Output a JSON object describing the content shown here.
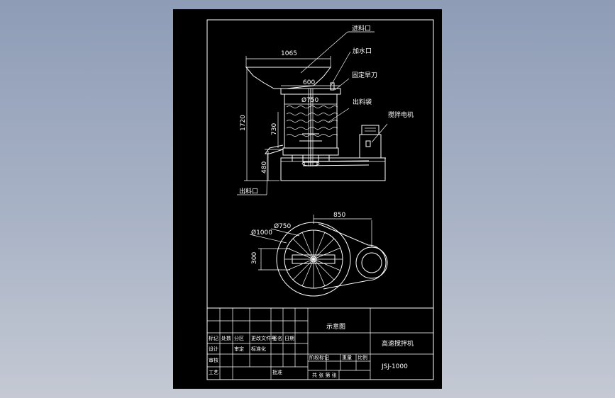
{
  "labels": {
    "feed_inlet": "进料口",
    "water_inlet": "加水口",
    "fixed_blade": "固定旱刀",
    "discharge_chute": "出料袋",
    "stir_motor": "搅拌电机",
    "discharge_outlet": "出料口"
  },
  "dimensions": {
    "top_width": "1065",
    "inner_width": "600",
    "tank_diameter": "Ø750",
    "total_height": "1720",
    "tank_height": "730",
    "base_height": "480",
    "plan_center_distance": "850",
    "plan_inner_diameter": "Ø750",
    "plan_outer_diameter": "Ø1000",
    "plan_offset": "300"
  },
  "title_block": {
    "view_name": "示意图",
    "product_name": "高速搅拌机",
    "model": "JSJ-1000",
    "row_mark": "标记",
    "row_mark_2": "处数",
    "row_design": "设计",
    "row_check": "审核",
    "row_process": "工艺",
    "row_approve": "批准",
    "std": "标准化",
    "stage": "阶段标记",
    "weight": "重量",
    "scale": "比例",
    "sheets": "共 张 第 张",
    "date": "日期",
    "sign": "签名",
    "num": "分区",
    "doc": "更改文件号",
    "b": "审定"
  },
  "colors": {
    "background": "#000000",
    "lines": "#ffffff",
    "desktop": "#9aa6bd"
  }
}
